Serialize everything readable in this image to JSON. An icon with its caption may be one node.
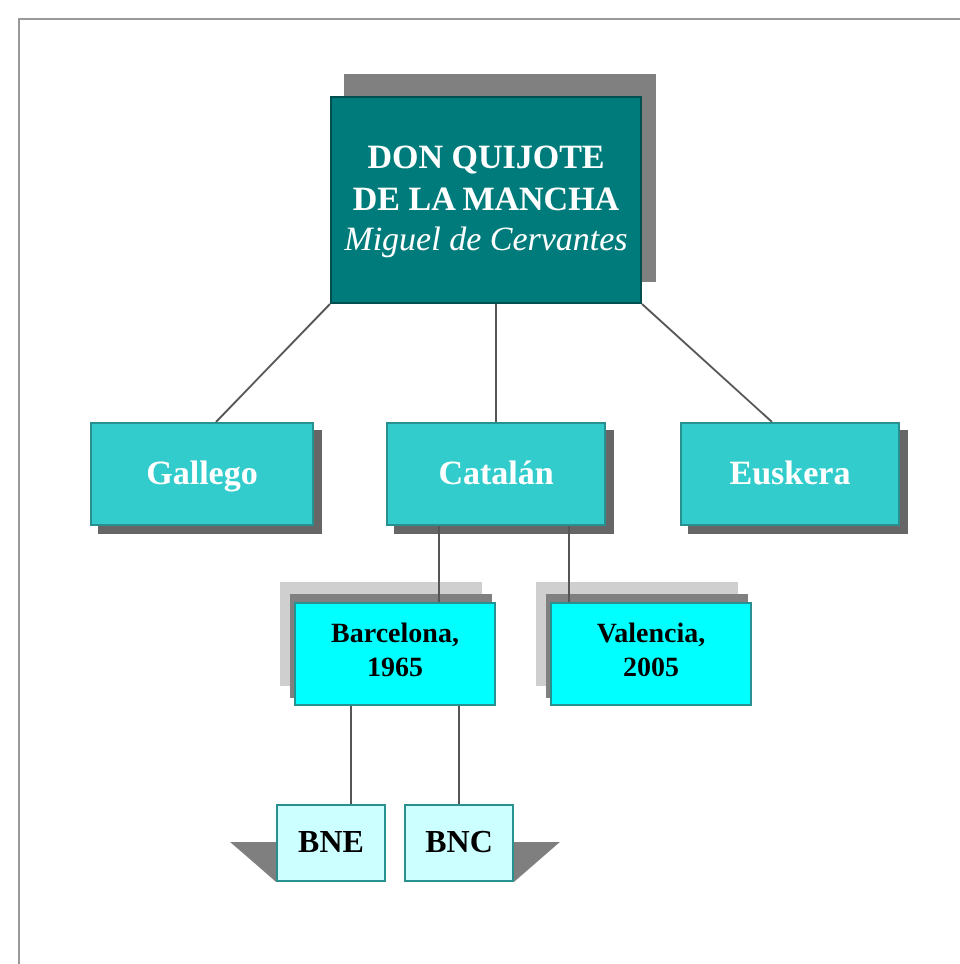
{
  "diagram": {
    "nodes": [
      {
        "text": [
          "DON QUIJOTE DE LA MANCHA",
          "Miguel de Cervantes"
        ]
      },
      {
        "text": [
          "Gallego"
        ]
      },
      {
        "text": [
          "Catalán"
        ]
      },
      {
        "text": [
          "Euskera"
        ]
      },
      {
        "text": [
          "Barcelona, 1965"
        ]
      },
      {
        "text": [
          "Valencia, 2005"
        ]
      },
      {
        "text": [
          "BNE"
        ]
      },
      {
        "text": [
          "BNC"
        ]
      }
    ],
    "edges": [
      {
        "from": 0,
        "to": 1,
        "arrow": "none"
      },
      {
        "from": 0,
        "to": 2,
        "arrow": "none"
      },
      {
        "from": 0,
        "to": 3,
        "arrow": "none"
      },
      {
        "from": 2,
        "to": 4,
        "arrow": "none"
      },
      {
        "from": 2,
        "to": 5,
        "arrow": "none"
      },
      {
        "from": 4,
        "to": 6,
        "arrow": "none"
      },
      {
        "from": 4,
        "to": 7,
        "arrow": "none"
      }
    ]
  }
}
